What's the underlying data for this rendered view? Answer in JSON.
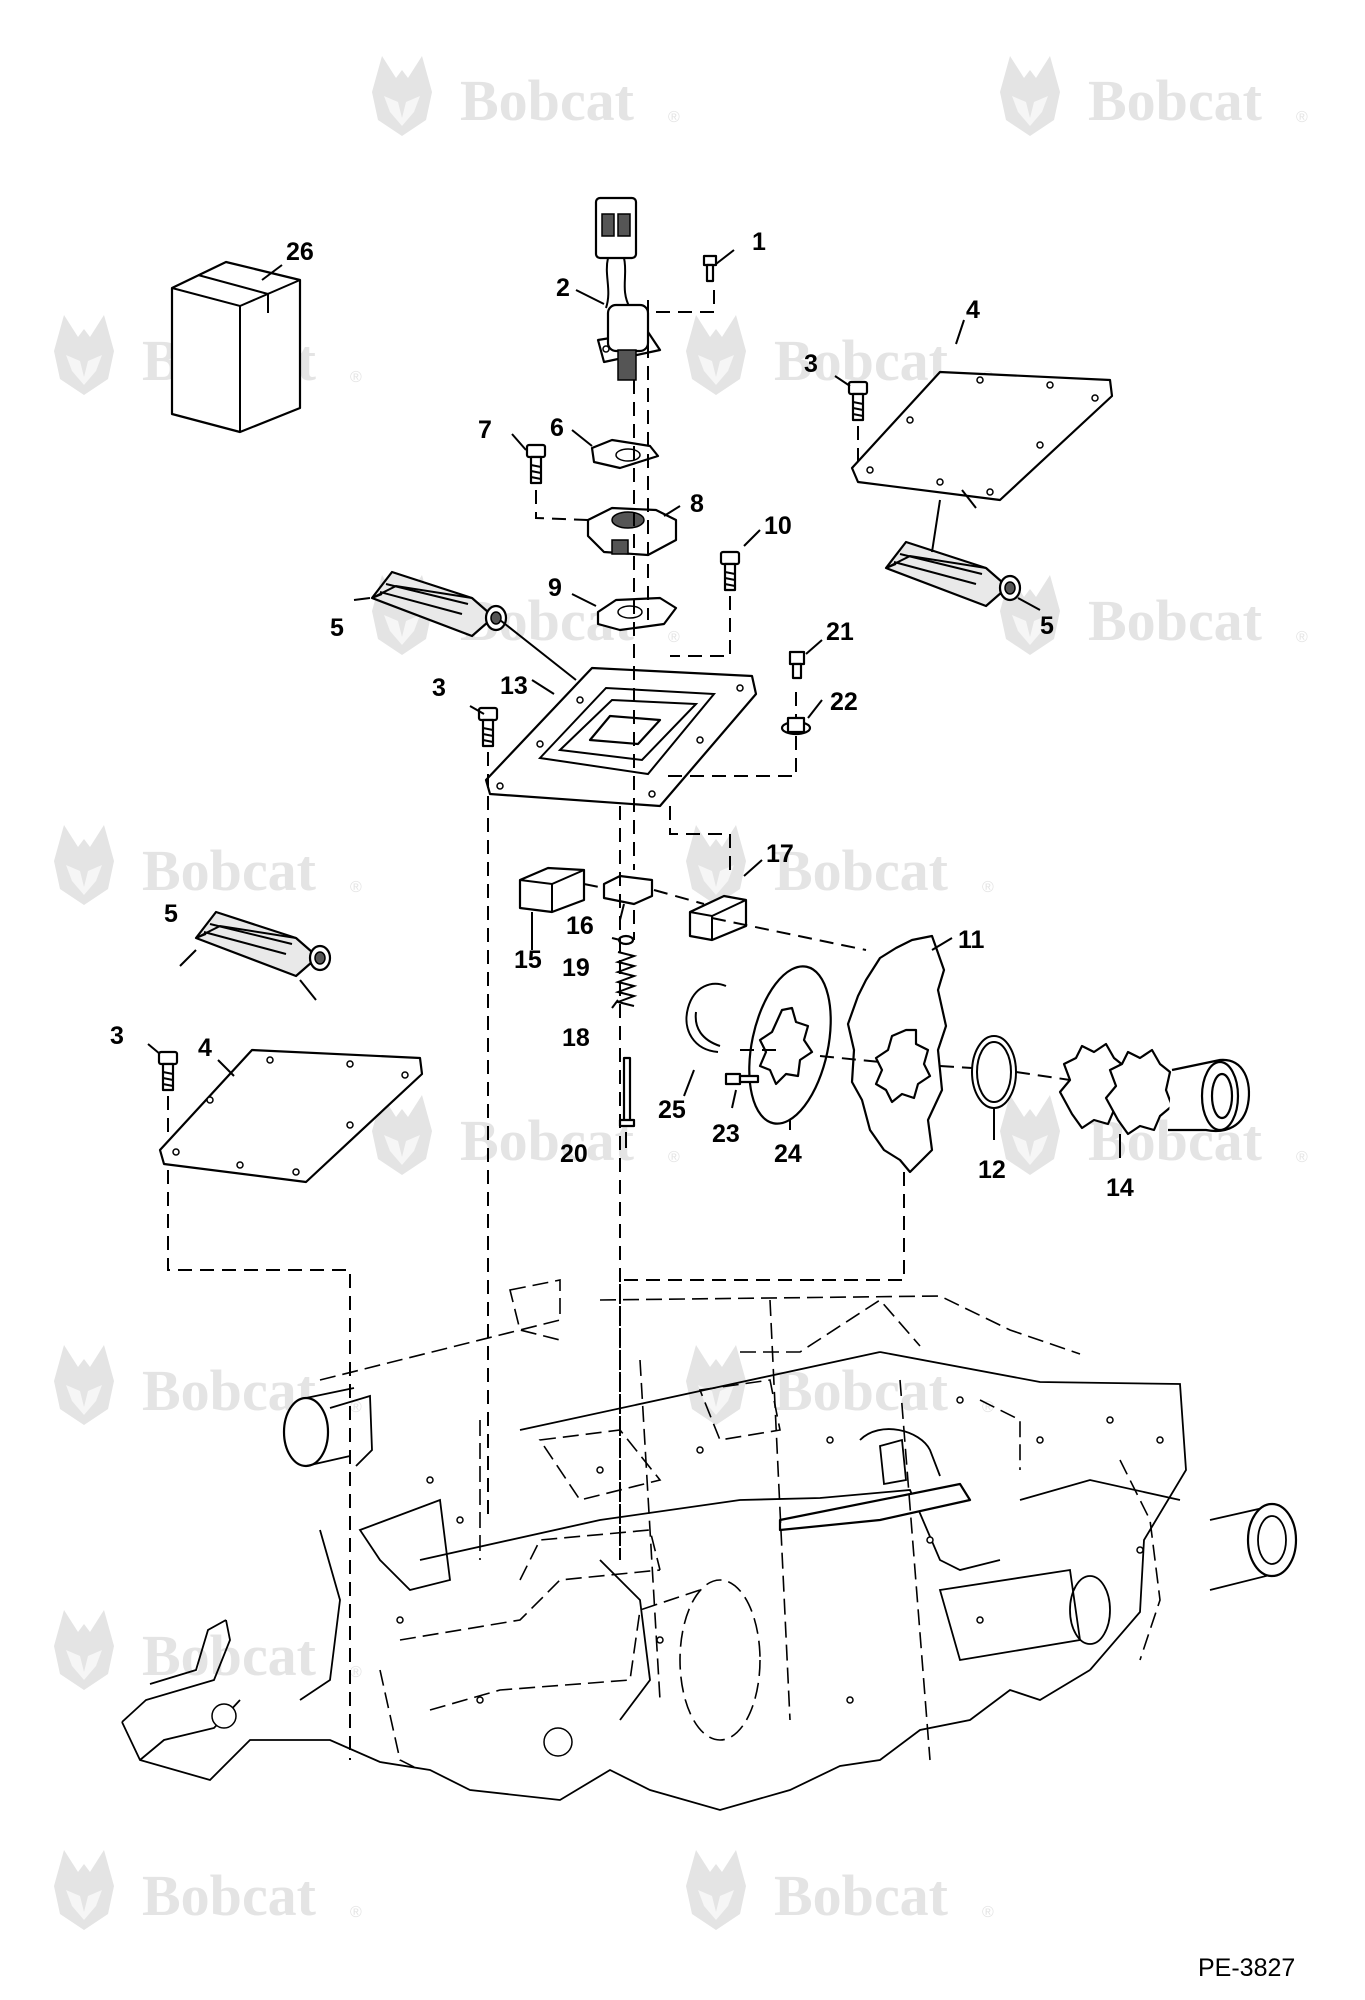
{
  "diagram": {
    "watermark": {
      "brand": "Bobcat",
      "registered": "®"
    },
    "reference_code": "PE-3827",
    "callouts": [
      "1",
      "2",
      "3",
      "4",
      "5",
      "6",
      "7",
      "8",
      "9",
      "10",
      "11",
      "12",
      "13",
      "14",
      "15",
      "16",
      "17",
      "18",
      "19",
      "20",
      "21",
      "22",
      "23",
      "24",
      "25",
      "26"
    ]
  }
}
